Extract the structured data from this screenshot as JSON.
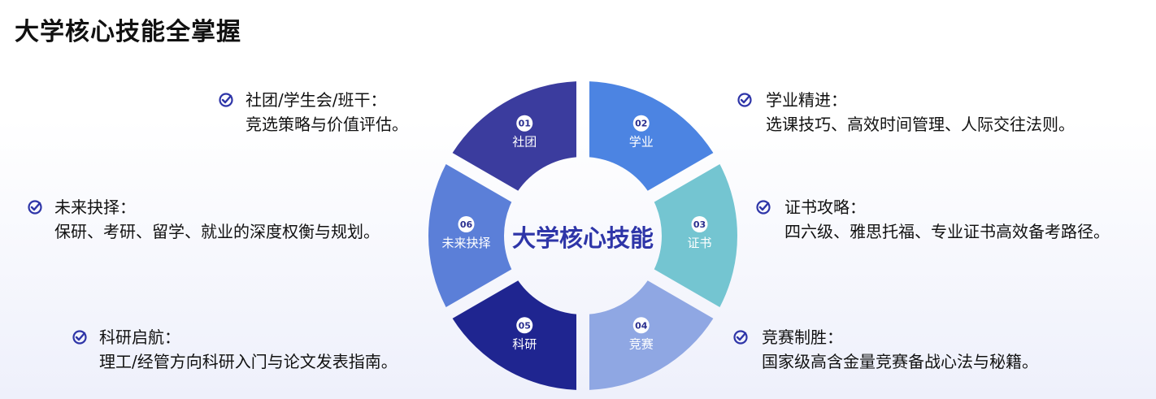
{
  "page": {
    "title": "大学核心技能全掌握"
  },
  "wheel": {
    "center_label": "大学核心技能",
    "colors": {
      "s01": "#3b3c9e",
      "s02": "#4c84e2",
      "s03": "#74c5d1",
      "s04": "#8fa7e3",
      "s05": "#1f2590",
      "s06": "#5b7fd8",
      "accent": "#2e35a8"
    },
    "segments": [
      {
        "number": "01",
        "label": "社团"
      },
      {
        "number": "02",
        "label": "学业"
      },
      {
        "number": "03",
        "label": "证书"
      },
      {
        "number": "04",
        "label": "竞赛"
      },
      {
        "number": "05",
        "label": "科研"
      },
      {
        "number": "06",
        "label": "未来抉择"
      }
    ]
  },
  "items": {
    "club": {
      "heading": "社团/学生会/班干：",
      "description": "竞选策略与价值评估。",
      "icon": "check-circle-icon"
    },
    "study": {
      "heading": "学业精进：",
      "description": "选课技巧、高效时间管理、人际交往法则。",
      "icon": "check-circle-icon"
    },
    "cert": {
      "heading": "证书攻略：",
      "description": "四六级、雅思托福、专业证书高效备考路径。",
      "icon": "check-circle-icon"
    },
    "future": {
      "heading": "未来抉择：",
      "description": "保研、考研、留学、就业的深度权衡与规划。",
      "icon": "check-circle-icon"
    },
    "research": {
      "heading": "科研启航：",
      "description": "理工/经管方向科研入门与论文发表指南。",
      "icon": "check-circle-icon"
    },
    "contest": {
      "heading": "竞赛制胜：",
      "description": "国家级高含金量竞赛备战心法与秘籍。",
      "icon": "check-circle-icon"
    }
  }
}
